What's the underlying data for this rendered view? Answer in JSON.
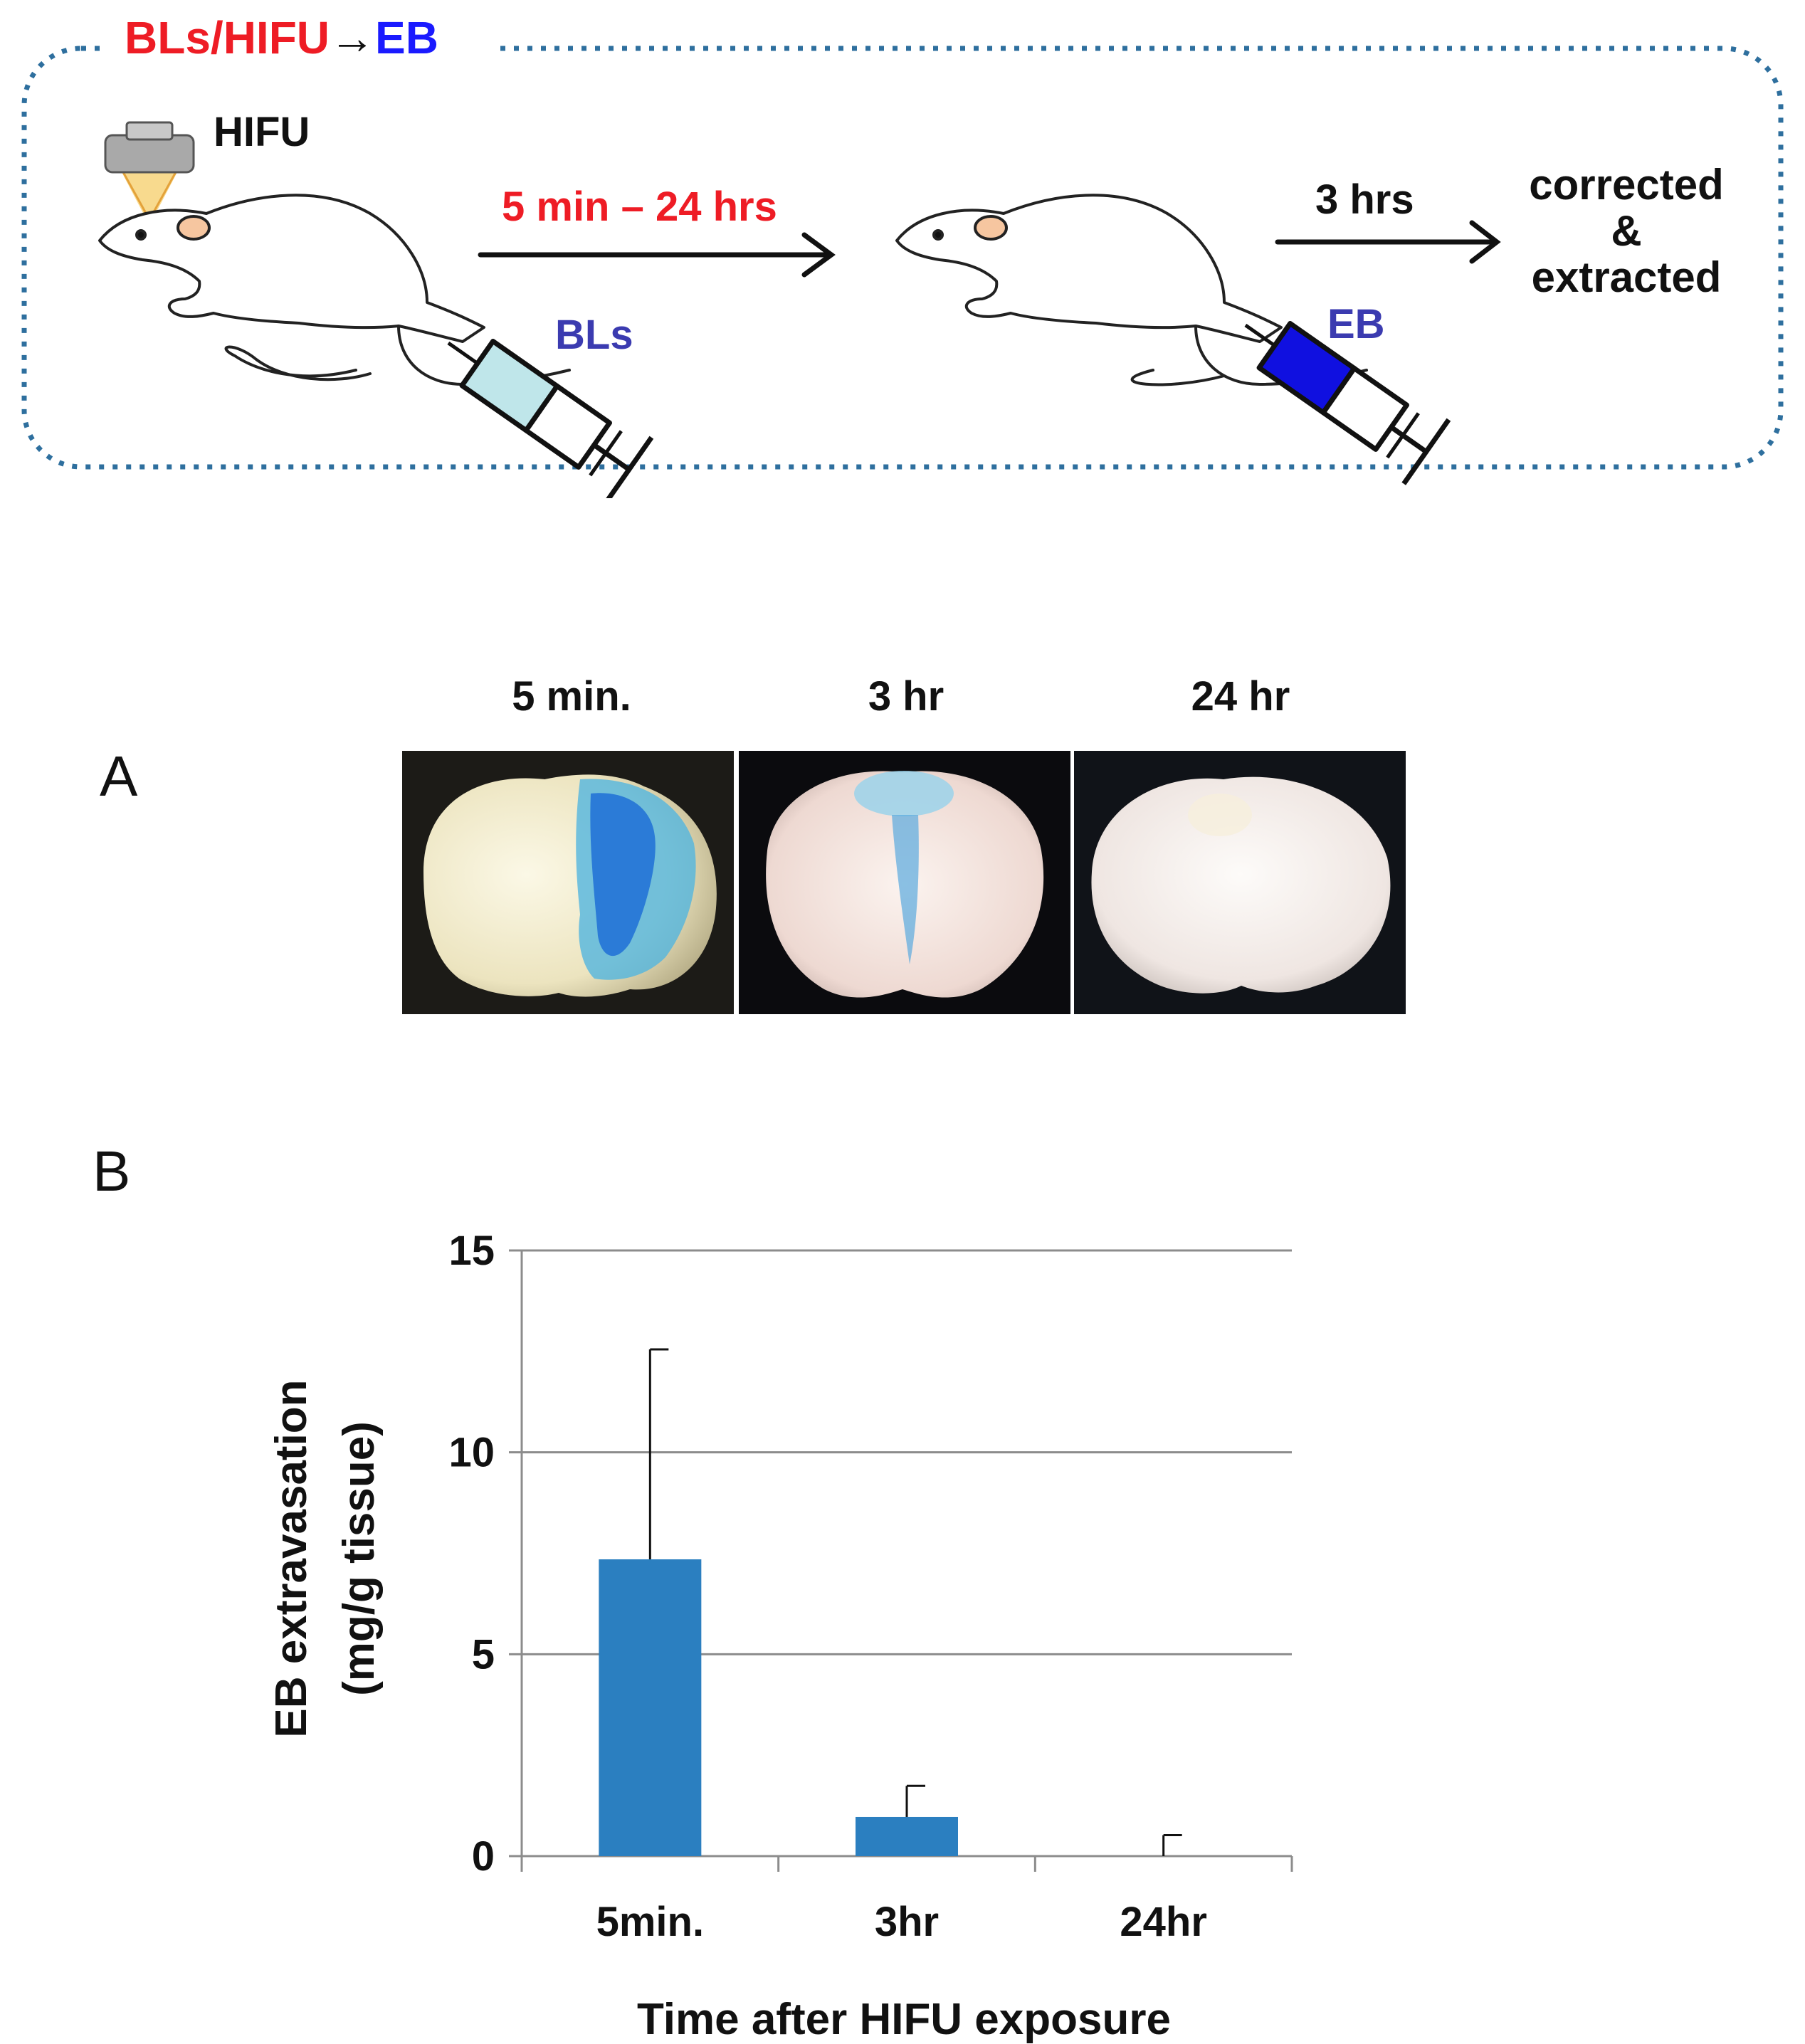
{
  "scheme": {
    "title_part1": "BLs/HIFU",
    "title_arrow": "→",
    "title_part2": "EB",
    "hifu_label": "HIFU",
    "interval_label": "5 min – 24 hrs",
    "bls_label": "BLs",
    "eb_label": "EB",
    "wait_label": "3 hrs",
    "result_line1": "corrected",
    "result_line2": "&",
    "result_line3": "extracted",
    "colors": {
      "red": "#ee1c25",
      "blue": "#1a1aff",
      "purple_blue": "#3b3bb0",
      "border": "#2e6f9e",
      "bls_fill": "#bfe6ea",
      "eb_fill": "#1010e0"
    }
  },
  "panel_a": {
    "label": "A",
    "photos": [
      {
        "label": "5 min.",
        "stain": "strong"
      },
      {
        "label": "3 hr",
        "stain": "light"
      },
      {
        "label": "24 hr",
        "stain": "none"
      }
    ]
  },
  "panel_b": {
    "label": "B"
  },
  "chart_data": {
    "type": "bar",
    "categories": [
      "5min.",
      "3hr",
      "24hr"
    ],
    "values": [
      7.35,
      0.97,
      0.0
    ],
    "error_upper": [
      5.2,
      0.77,
      0.52
    ],
    "title": "",
    "xlabel": "Time after HIFU exposure",
    "ylabel_line1": "EB extravasation",
    "ylabel_line2": "(mg/g tissue)",
    "ylim": [
      0,
      15
    ],
    "yticks": [
      0,
      5,
      10,
      15
    ],
    "ytick_labels": [
      "0",
      "5",
      "10",
      "15"
    ],
    "grid": true,
    "bar_color": "#2b7fc0"
  }
}
